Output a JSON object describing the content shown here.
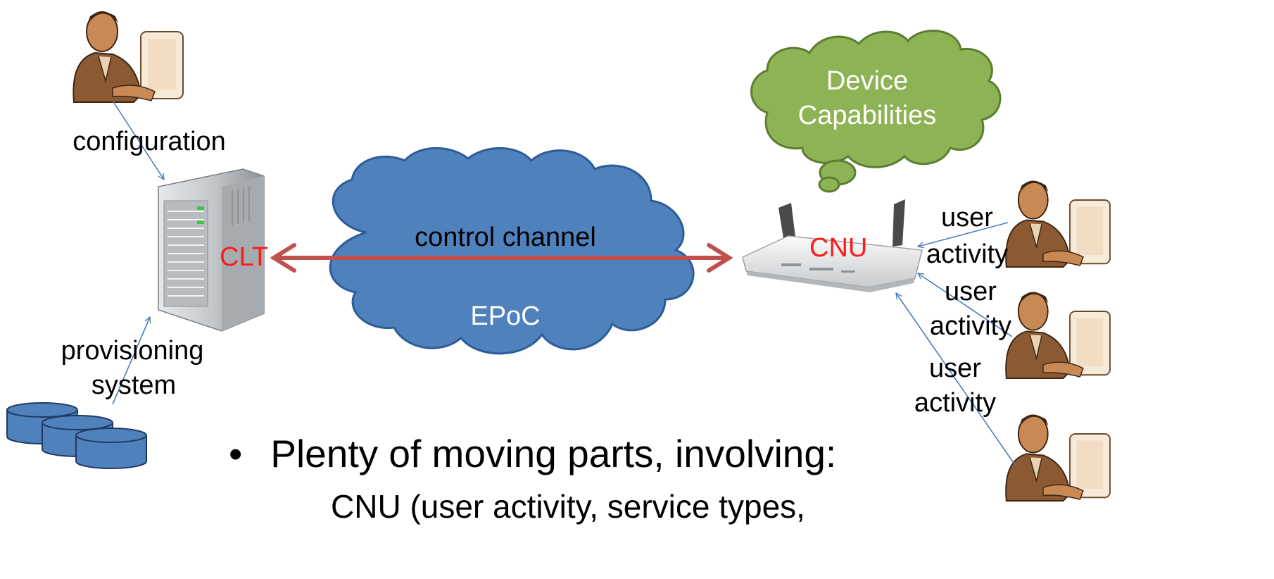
{
  "labels": {
    "configuration": "configuration",
    "provisioning_line1": "provisioning",
    "provisioning_line2": "system",
    "clt": "CLT",
    "cnu": "CNU",
    "control_channel": "control channel",
    "epoc": "EPoC",
    "device_line1": "Device",
    "device_line2": "Capabilities",
    "user_activity": [
      {
        "line1": "user",
        "line2": "activity"
      },
      {
        "line1": "user",
        "line2": "activity"
      },
      {
        "line1": "user",
        "line2": "activity"
      }
    ]
  },
  "bullets": {
    "symbol": "•",
    "main": "Plenty of moving parts, involving:",
    "sub_partial": "CNU (user activity, service types,"
  },
  "colors": {
    "epoc_cloud": "#4f81bd",
    "device_cloud": "#8db355",
    "arrow_main": "#c0504d",
    "arrow_thin": "#4a7ebb",
    "database": "#4f81bd",
    "label_red": "#ff1a1a"
  }
}
